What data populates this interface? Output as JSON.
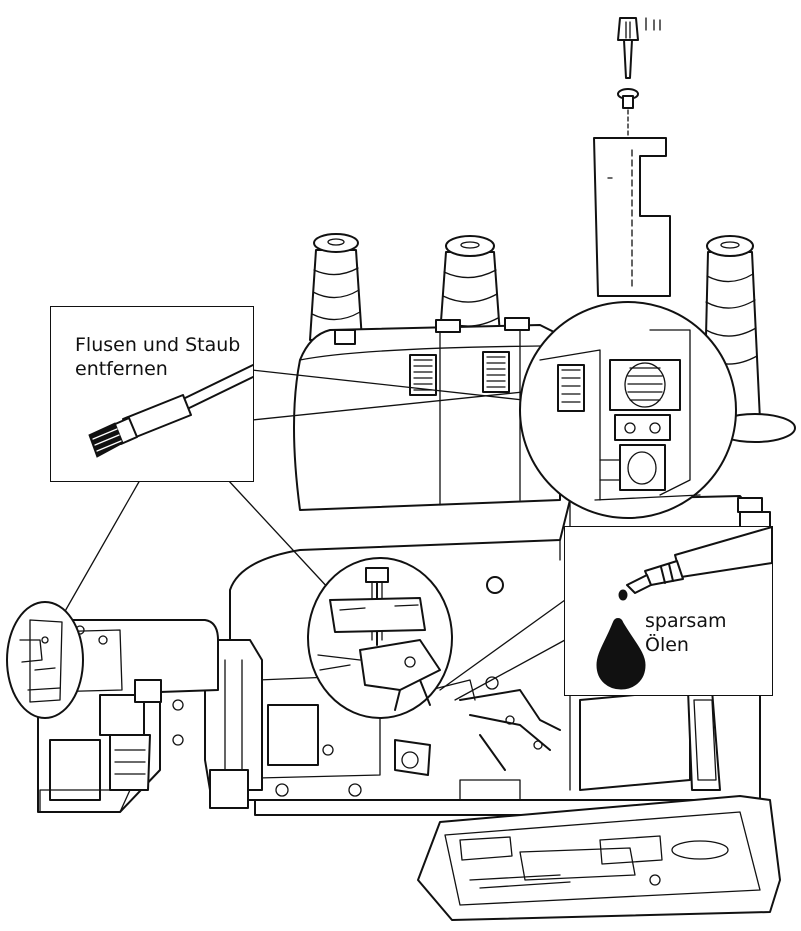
{
  "callouts": {
    "lint": {
      "line1": "Flusen und Staub",
      "line2": "entfernen"
    },
    "oil": {
      "line1": "sparsam",
      "line2": "Ölen"
    }
  },
  "colors": {
    "ink": "#111111",
    "paper": "#ffffff"
  },
  "icons": [
    "brush-icon",
    "oil-can-icon",
    "oil-drop-icon",
    "screwdriver-icon",
    "screw-icon"
  ]
}
